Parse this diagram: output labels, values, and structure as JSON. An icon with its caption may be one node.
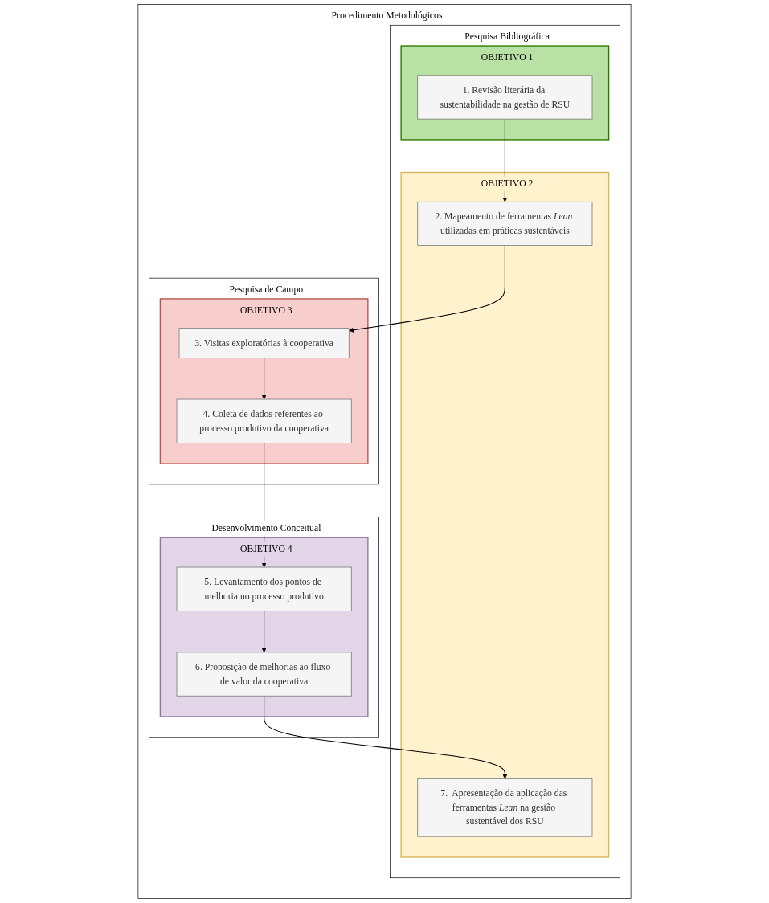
{
  "diagram": {
    "nodes": [
      {
        "text": [
          "Procedimento Metodológicos"
        ]
      },
      {
        "text": [
          "Pesquisa Bibliográfica"
        ],
        "in": 0
      },
      {
        "text": [
          "Pesquisa de Campo"
        ],
        "in": 0
      },
      {
        "text": [
          "Desenvolvimento Conceitual"
        ],
        "in": 0
      },
      {
        "text": [
          "OBJETIVO 1"
        ],
        "in": 1
      },
      {
        "text": [
          "1. Revisão literária da sustentabilidade na gestão de RSU"
        ],
        "in": 4
      },
      {
        "text": [
          "OBJETIVO 2"
        ],
        "in": 1
      },
      {
        "text": [
          "2. Mapeamento de ferramentas *Lean* utilizadas em práticas sustentáveis"
        ],
        "in": 6
      },
      {
        "text": [
          "7.  Apresentação da aplicação das ferramentas *Lean* na gestão sustentável dos RSU"
        ],
        "in": 6
      },
      {
        "text": [
          "OBJETIVO 3"
        ],
        "in": 2
      },
      {
        "text": [
          "3. Visitas exploratórias à cooperativa"
        ],
        "in": 9
      },
      {
        "text": [
          "4. Coleta de dados referentes ao processo produtivo da cooperativa"
        ],
        "in": 9
      },
      {
        "text": [
          "OBJETIVO 4"
        ],
        "in": 3
      },
      {
        "text": [
          "5. Levantamento dos pontos de melhoria no processo produtivo"
        ],
        "in": 12
      },
      {
        "text": [
          "6. Proposição de melhorias ao fluxo de valor da cooperativa"
        ],
        "in": 12
      }
    ],
    "edges": [
      {
        "from": 5,
        "to": 7,
        "arrow": "to"
      },
      {
        "from": 7,
        "to": 10,
        "arrow": "to"
      },
      {
        "from": 10,
        "to": 11,
        "arrow": "to"
      },
      {
        "from": 11,
        "to": 13,
        "arrow": "to"
      },
      {
        "from": 13,
        "to": 14,
        "arrow": "to"
      },
      {
        "from": 14,
        "to": 8,
        "arrow": "to"
      }
    ]
  }
}
